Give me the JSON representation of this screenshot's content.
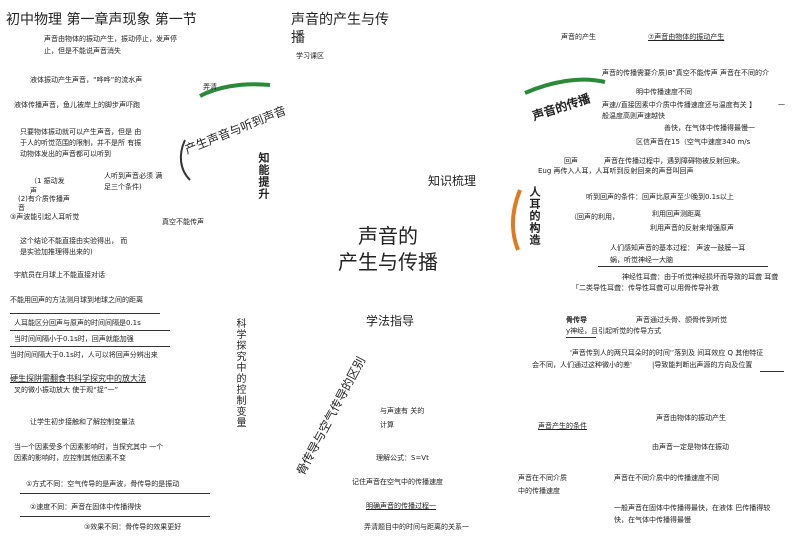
{
  "header": {
    "title": "初中物理 第一章声现象 第一节",
    "line1": "声音由物体的振动产生，振动停止，发声停",
    "line2": "止，但是不能说声音消失"
  },
  "left": {
    "a1": "液体振动产生声音，“哗哗”的流水声",
    "a2": "弄清",
    "a3": "液体传播声音，鱼儿被岸上的脚步声吓跑",
    "a4": "只要物体振动就可以产生声音，但是 由",
    "a5": "于人的听觉范围的限制，并不是所 有振",
    "a6": "动物体发出的声音都可以听到",
    "a7": "人听到声音必须 满",
    "a8": "足三个条件)",
    "a9": "（1 振动发",
    "a10": "声",
    "a11": "(2)有介质传播声",
    "a12": "音",
    "a13": "③声波能引起人耳听觉",
    "a14": "真空不能传声",
    "a15": "这个结论不能直接由实验得出， 而",
    "a16": "是实验加推理得出来的)",
    "a17": "宇航员在月球上不能直接对话",
    "a18": "不能用回声的方法测月球到地球之间的距离",
    "a19": "人耳能区分回声与原声的时间间隔是0.1s",
    "a20": "当时间间隔小于0.1s时，回声就能加强",
    "a21": "当时间间隔大于0.1s时，人可以将回声分辨出来",
    "a22": "硬生探阱需翻食书科学探究中的放大法",
    "a23": "叉的微小振动放大 使于观“捉”一”",
    "a24": "",
    "a25": "让学生初步接触和了解控制变量法",
    "a26": "当一个因素受多个因素影响时，当探究其中 一个",
    "a27": "因素的影响时，应控制其他因素不变",
    "a28": "①方式不同：空气传导的是声波，骨传导的是振动",
    "a29": "②速度不同：声音在固体中传播得快",
    "a30": "③效果不同：骨传导的效果更好",
    "band1": "产生声音与听到声音",
    "knowledge": "知能提升",
    "science": "科学探究中的控制变量",
    "band2": "骨传导与空气传导的区别"
  },
  "center": {
    "title1": "声音的产生与传",
    "title2": "播",
    "sub": "学习课区",
    "knowledge_tree": "知识梳理",
    "main1": "声音的",
    "main2": "产生与传播",
    "method": "学法指导",
    "c1": "与声速有 关的",
    "c2": "计算",
    "c3": "理解公式：S=Vt",
    "c4": "记住声音在空气中的传播速度",
    "c5": "明确声音的传播过程一",
    "c6": "弄清题目中的时间与距离的关系一"
  },
  "right": {
    "r1": "声音的产生",
    "r2": "⑦声音由物体的振动产生",
    "r3": "声音的传播需要介质)B”真空不能传声 声音在不同的介",
    "r4": "明中传播速度不同",
    "r5": "声速//直接因素中介质中传播速度还与温度有关 】",
    "r6": "一",
    "r7": "般温度高则声速越快",
    "r8": "善快，在气体中传播得最慢一",
    "r9": "区信声音在15（空气中速度340 m/s",
    "r10": "回声",
    "r11": "声音在传播过程中，遇到障碍物被反射回来。",
    "r12": "Eug 再传入人耳，人耳听到反射回来的声音叫回声",
    "r13": "听到回声的条件：回声比原声至少晚到0.1s以上",
    "r14": "（回声的利用，",
    "r15": "利用回声测距离",
    "r16": "利用声音的反射来增强原声",
    "r17": "人们感知声音的基本过程： 声波一鼓膜一耳",
    "r18": "蜗，听觉神经一大脑",
    "r19": "神经性耳聋：由于听觉神经损坏而导致的耳聋 耳聋",
    "r20": "「二类导性耳聋：传导性耳聋可以用骨传导补救",
    "r21": "骨传导",
    "r22": "声音通过头骨、颌骨传到听觉",
    "r23": "y神经，且引起听觉的传导方式",
    "r24": "'声音传到人的两只耳朵时的时间'’落到及 间耳效应 Q 其他特征",
    "r25": "会不同，人们通过这种微小的差'",
    "r26": "|导致能判断出声源的方向及位置",
    "band3": "声音的传播",
    "band4": "人耳的构造",
    "r27": "声音产生的条件",
    "r28": "声音由物体的振动产生",
    "r29": "由声音一定是物体在振动",
    "r30": "声音在不同介质",
    "r31": "中的传播速度",
    "r32": "声音在不同介质中的传播速度不同",
    "r33": "一般声音在固体中传播得最快，在液体 巴传播得较",
    "r34": "快，在气体中传播得最慢"
  }
}
